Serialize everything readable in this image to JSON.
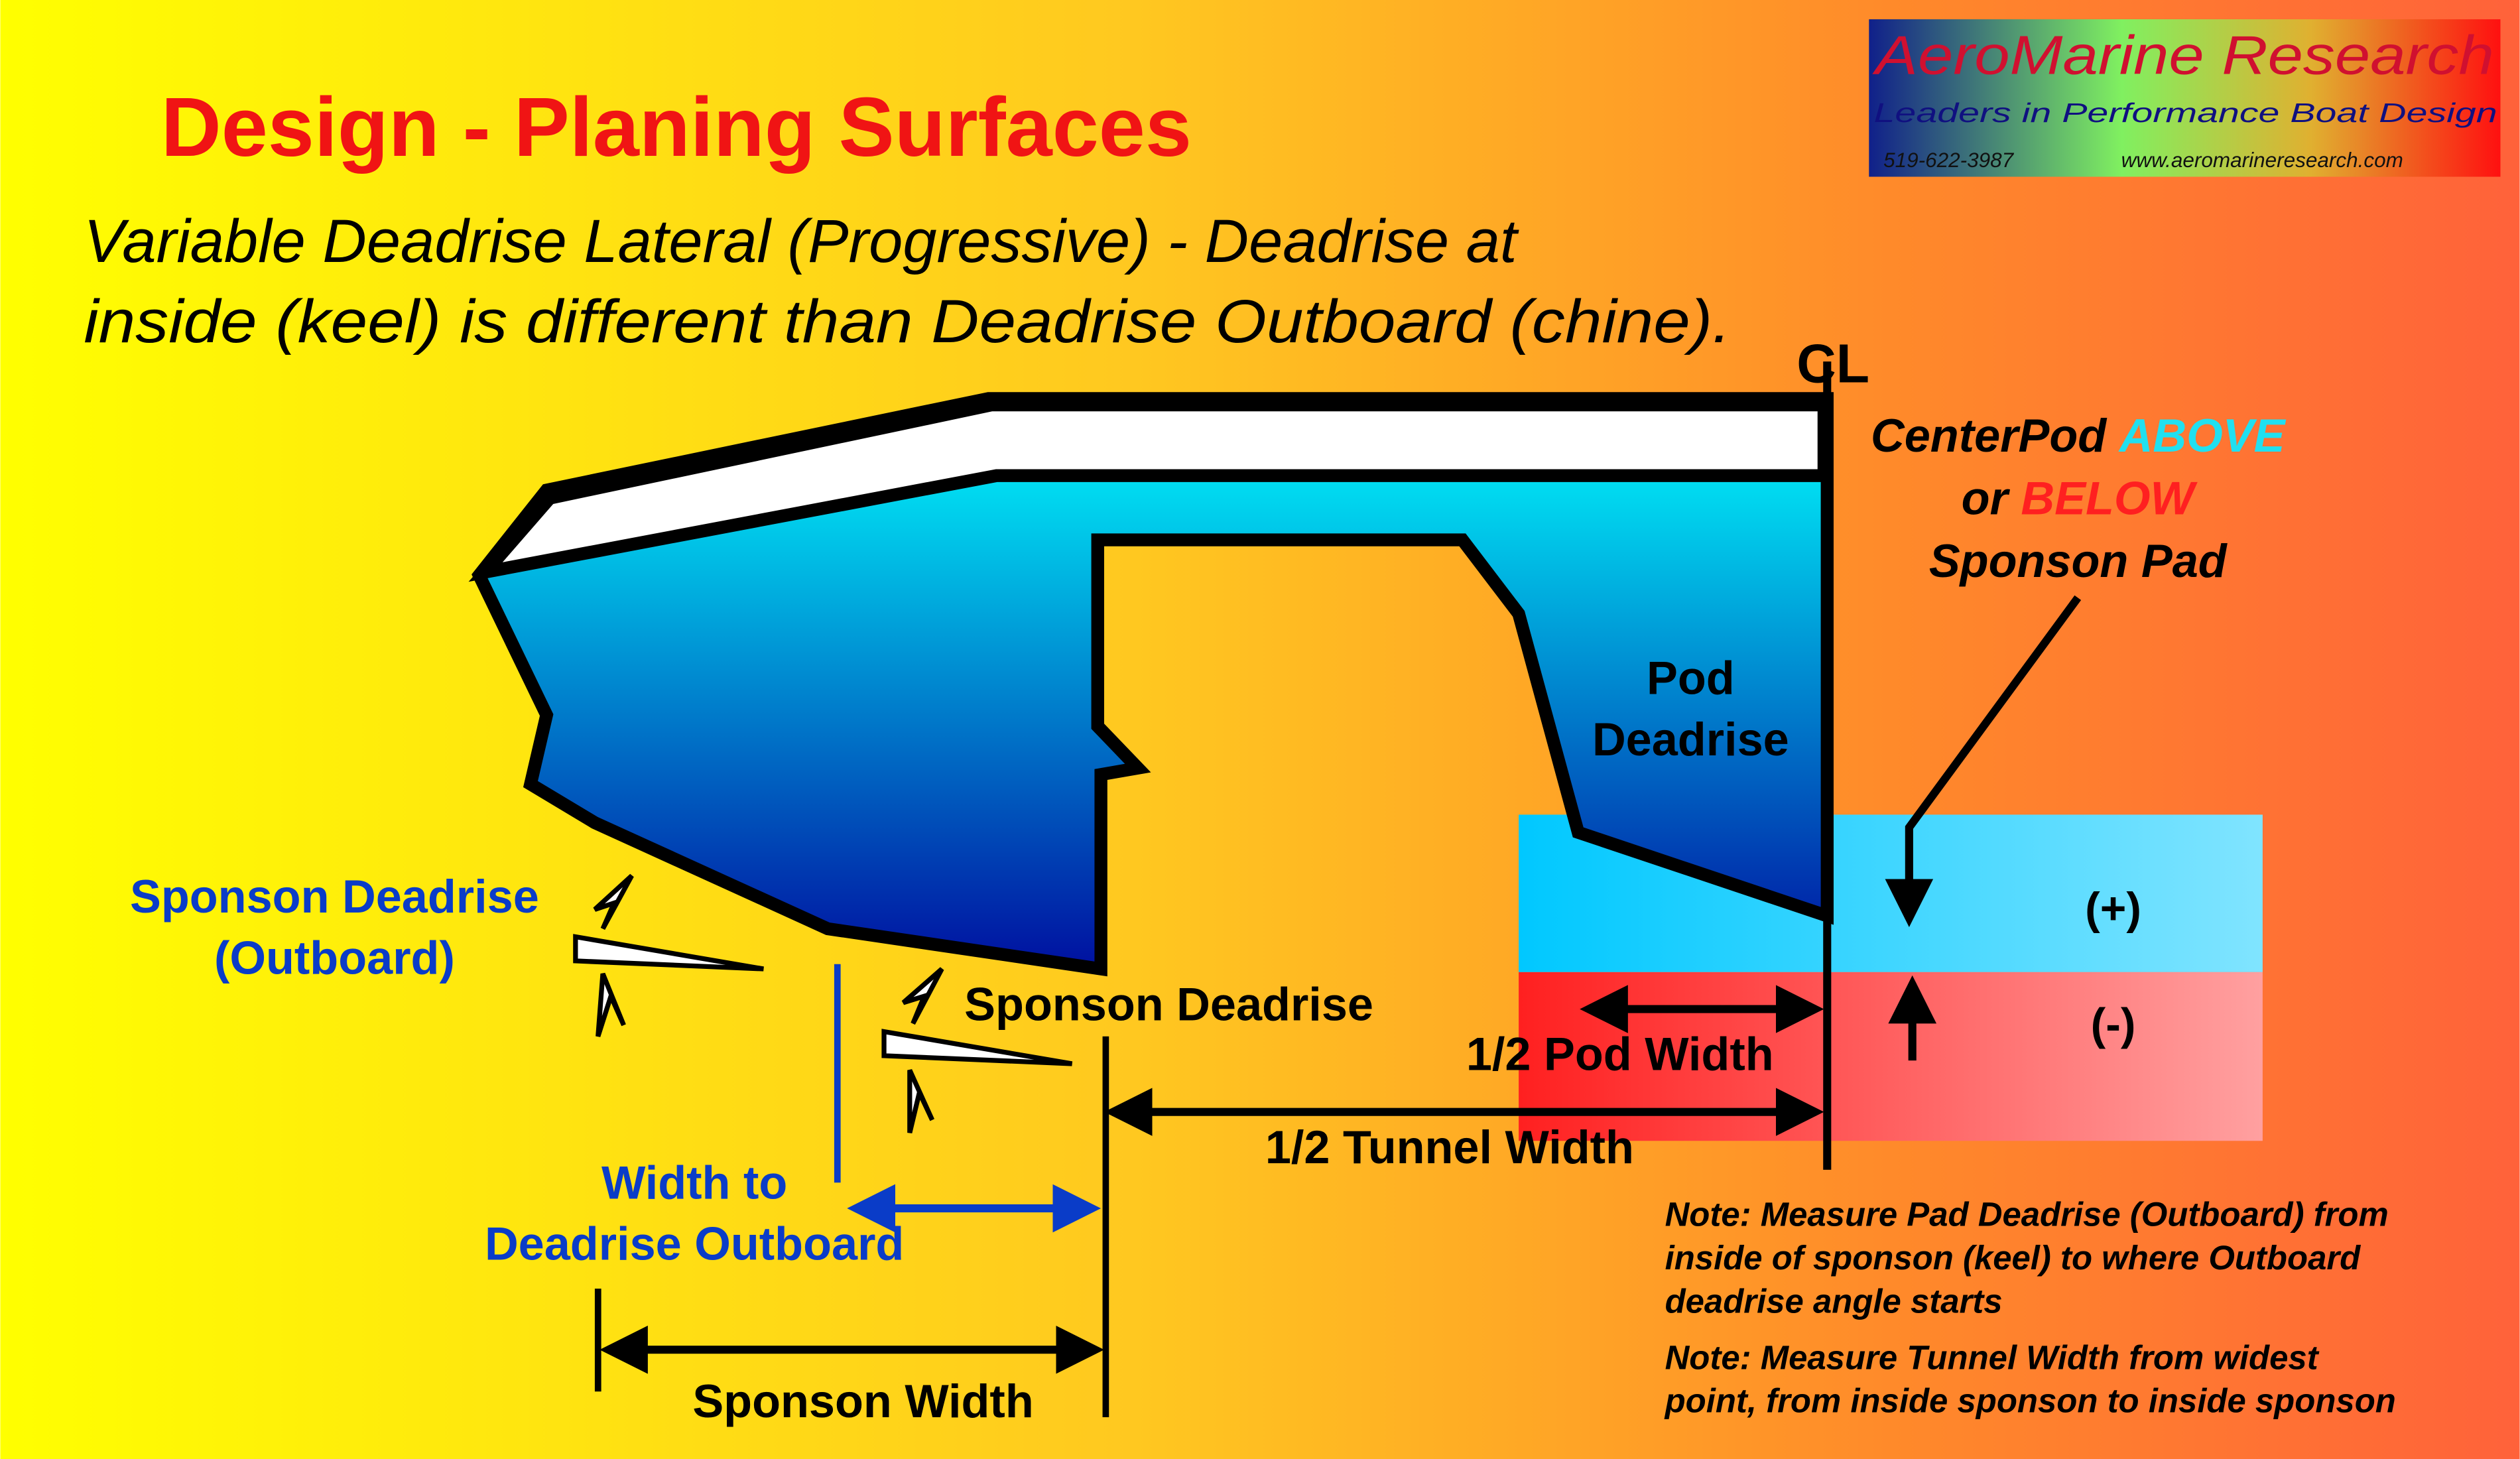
{
  "title": "Design - Planing Surfaces",
  "subtitle": {
    "line1": "Variable Deadrise Lateral (Progressive) - Deadrise at",
    "line2": "inside (keel) is different than Deadrise Outboard (chine)."
  },
  "logo": {
    "name": "AeroMarine Research",
    "tagline": "Leaders in Performance Boat Design",
    "phone": "519-622-3987",
    "website": "www.aeromarineresearch.com"
  },
  "centerline_symbol": "CL",
  "centerpod": {
    "line1_prefix": "CenterPod ",
    "line1_highlight": "ABOVE",
    "line2_prefix": "or ",
    "line2_highlight": "BELOW",
    "line3": "Sponson Pad"
  },
  "labels": {
    "plus": "(+)",
    "minus": "(-)",
    "pod": "Pod",
    "deadrise": "Deadrise",
    "half_pod_width": "1/2 Pod Width",
    "half_tunnel_width": "1/2 Tunnel Width",
    "sponson_deadrise": "Sponson Deadrise",
    "sponson_deadrise_outboard_1": "Sponson Deadrise",
    "sponson_deadrise_outboard_2": "(Outboard)",
    "width_to_1": "Width to",
    "width_to_2": "Deadrise Outboard",
    "sponson_width": "Sponson Width"
  },
  "notes": {
    "note1": [
      "Note: Measure Pad Deadrise (Outboard) from",
      "inside of sponson (keel) to where Outboard",
      "deadrise angle starts"
    ],
    "note2": [
      "Note: Measure Tunnel Width from widest",
      "point, from inside sponson to inside sponson"
    ]
  },
  "colors": {
    "title": "#f01414",
    "blue_label": "#0a3cc8",
    "above": "#20e0f0",
    "below": "#ff2020"
  }
}
